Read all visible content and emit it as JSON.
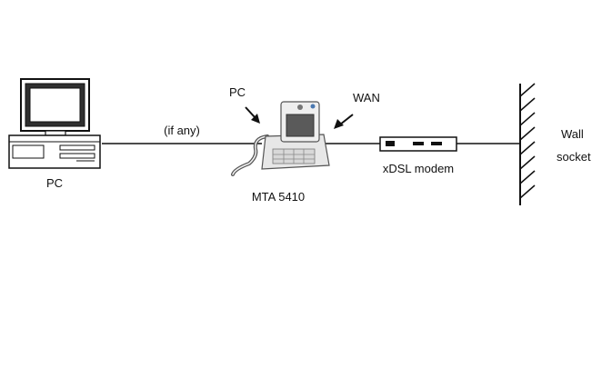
{
  "diagram": {
    "labels": {
      "pc": "PC",
      "if_any": "(if any)",
      "pc_port": "PC",
      "wan_port": "WAN",
      "device": "MTA 5410",
      "modem": "xDSL modem",
      "wall_line1": "Wall",
      "wall_line2": "socket"
    },
    "icons": {
      "pc": "desktop-computer-icon",
      "device": "video-phone-icon",
      "modem": "dsl-modem-icon",
      "wall": "wall-socket-icon"
    },
    "colors": {
      "line": "#111111",
      "monitor_screen": "#2f2f2f",
      "device_body": "#e7e7e7",
      "device_screen": "#5a5a5a"
    }
  }
}
